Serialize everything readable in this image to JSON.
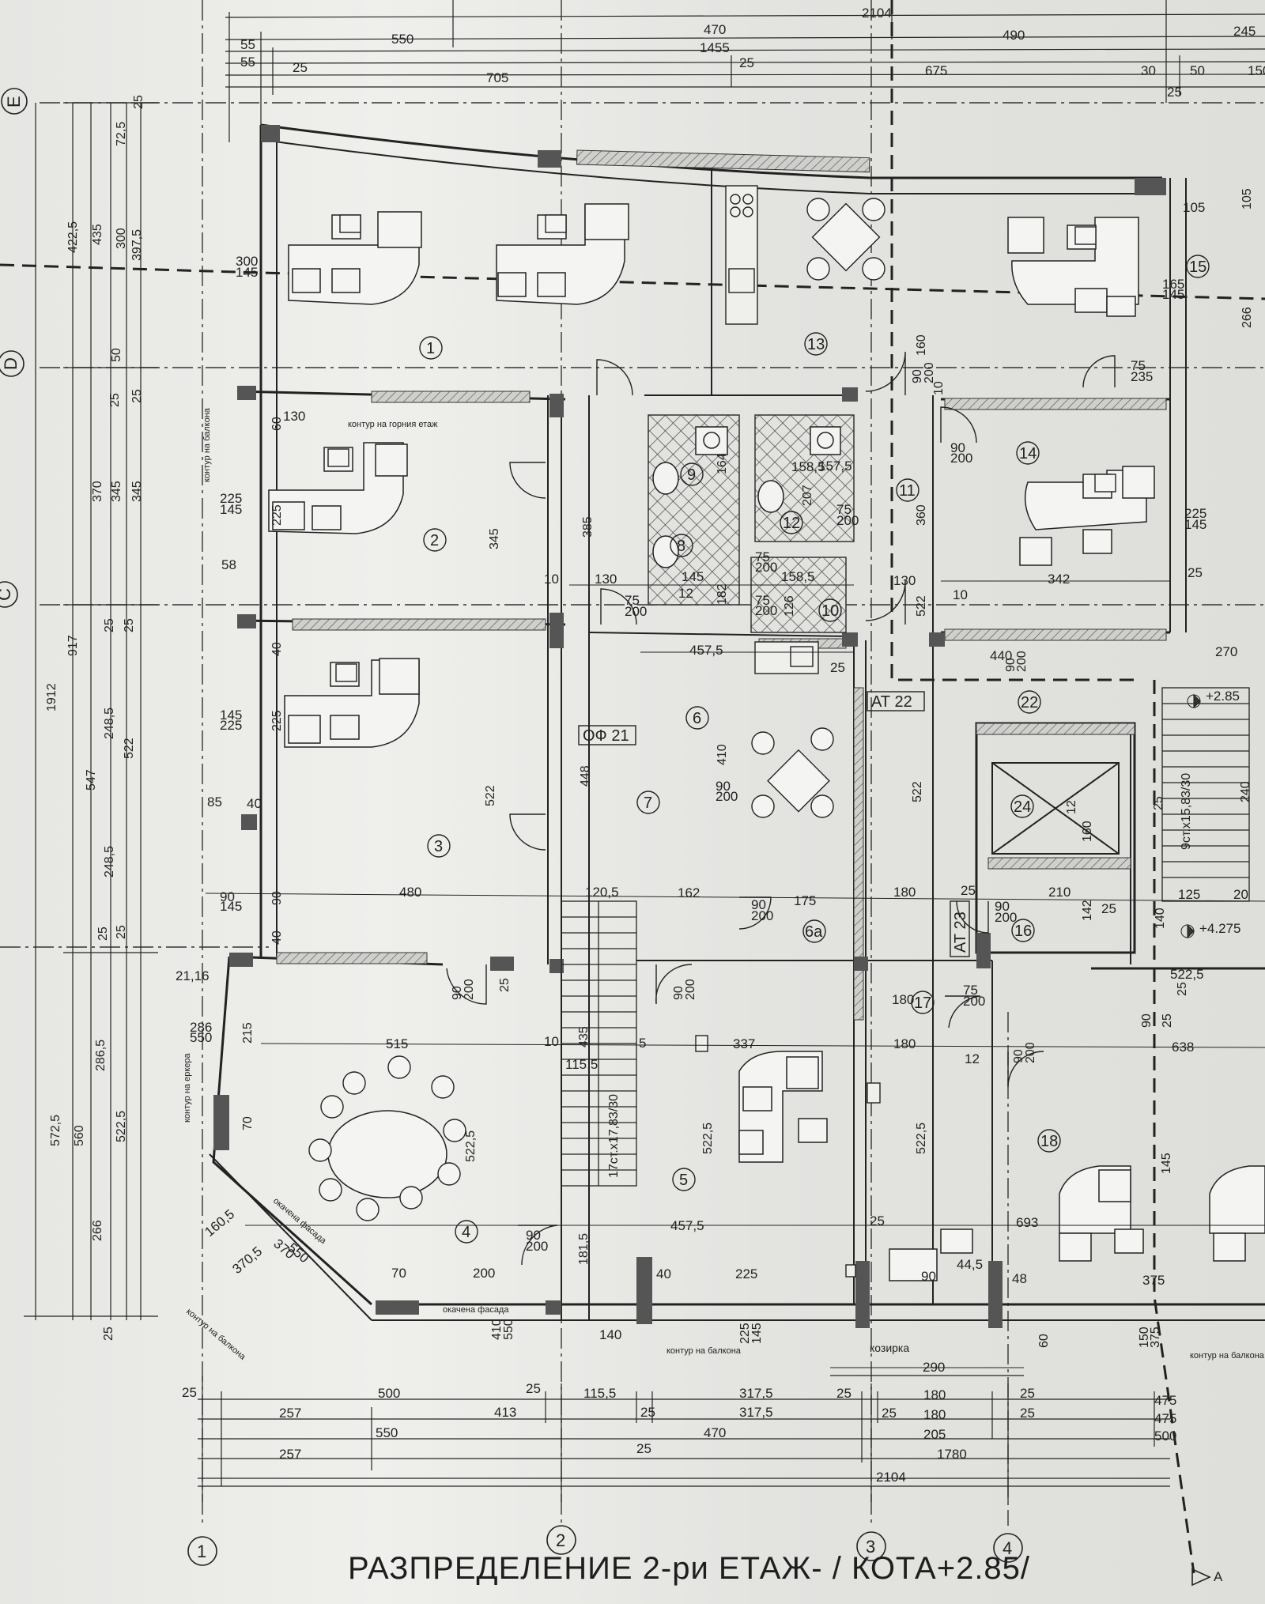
{
  "title": "РАЗПРЕДЕЛЕНИЕ 2-ри ЕТАЖ- / КОТА+2.85/",
  "axes": {
    "columns": [
      "1",
      "2",
      "3",
      "4"
    ],
    "rows": [
      "E",
      "D",
      "C"
    ]
  },
  "rooms": [
    "1",
    "2",
    "3",
    "4",
    "5",
    "6",
    "6а",
    "7",
    "8",
    "9",
    "10",
    "11",
    "12",
    "13",
    "14",
    "15",
    "16",
    "17",
    "18",
    "22",
    "24"
  ],
  "tags": [
    "ОФ 21",
    "АТ 22",
    "АТ 23"
  ],
  "levels": [
    "+2.85",
    "+4.275"
  ],
  "stairs": [
    "17ст.х17,83/30",
    "9ст.х15,83/30"
  ],
  "notes": [
    "контур на горния етаж",
    "контур на балкона",
    "окачена фасада",
    "козирка",
    "контур на еркера",
    "контур на балкона",
    "контур на балкона",
    "окачена фасада",
    "контур на балкона"
  ],
  "dims": {
    "top": [
      "550",
      "470",
      "1455",
      "2104",
      "490",
      "245",
      "55",
      "55",
      "25",
      "705",
      "25",
      "675",
      "30",
      "50",
      "150",
      "25"
    ],
    "left": [
      "1912",
      "917",
      "547",
      "572,5",
      "422,5",
      "435",
      "300",
      "397,5",
      "72,5",
      "25",
      "50",
      "25",
      "25",
      "370",
      "345",
      "345",
      "25",
      "248,5",
      "25",
      "522",
      "248,5",
      "25",
      "560",
      "286,5",
      "522,5",
      "266",
      "25",
      "25"
    ],
    "bottom": [
      "25",
      "500",
      "25",
      "115,5",
      "317,5",
      "25",
      "180",
      "25",
      "475",
      "257",
      "413",
      "25",
      "317,5",
      "25",
      "180",
      "25",
      "475",
      "550",
      "470",
      "205",
      "500",
      "257",
      "25",
      "1780",
      "2104",
      "290"
    ],
    "interior": [
      "300",
      "145",
      "130",
      "60",
      "225",
      "145",
      "225",
      "58",
      "40",
      "225",
      "145",
      "225",
      "85",
      "40",
      "90",
      "145",
      "90",
      "40",
      "21,16",
      "286",
      "550",
      "215",
      "70",
      "160,5",
      "370,5",
      "370",
      "550",
      "70",
      "200",
      "410",
      "550",
      "140",
      "225",
      "145",
      "515",
      "480",
      "522",
      "522,5",
      "345",
      "385",
      "448",
      "10",
      "130",
      "75",
      "200",
      "145",
      "182",
      "12",
      "157,5",
      "164",
      "75",
      "200",
      "158,5",
      "207",
      "75",
      "200",
      "158,5",
      "126",
      "75",
      "200",
      "457,5",
      "25",
      "410",
      "90",
      "200",
      "120,5",
      "162",
      "175",
      "90",
      "200",
      "10",
      "435",
      "115,5",
      "337",
      "5",
      "522,5",
      "181,5",
      "457,5",
      "40",
      "225",
      "90",
      "200",
      "90",
      "200",
      "90",
      "200",
      "90",
      "200",
      "25",
      "180",
      "360",
      "130",
      "10",
      "342",
      "440",
      "270",
      "225",
      "145",
      "25",
      "105",
      "105",
      "165",
      "145",
      "266",
      "75",
      "235",
      "160",
      "10",
      "90",
      "200",
      "522",
      "180",
      "25",
      "210",
      "90",
      "200",
      "142",
      "25",
      "140",
      "125",
      "20",
      "75",
      "200",
      "180",
      "12",
      "90",
      "200",
      "25",
      "638",
      "522,5",
      "25",
      "693",
      "375",
      "48",
      "44,5",
      "90",
      "60",
      "90",
      "200",
      "522",
      "240",
      "25",
      "160",
      "12",
      "90",
      "25",
      "522,5",
      "145",
      "375",
      "150"
    ]
  },
  "colors": {
    "paper": "#e8e8e5",
    "ink": "#222222",
    "wall": "#5a5a5a"
  }
}
